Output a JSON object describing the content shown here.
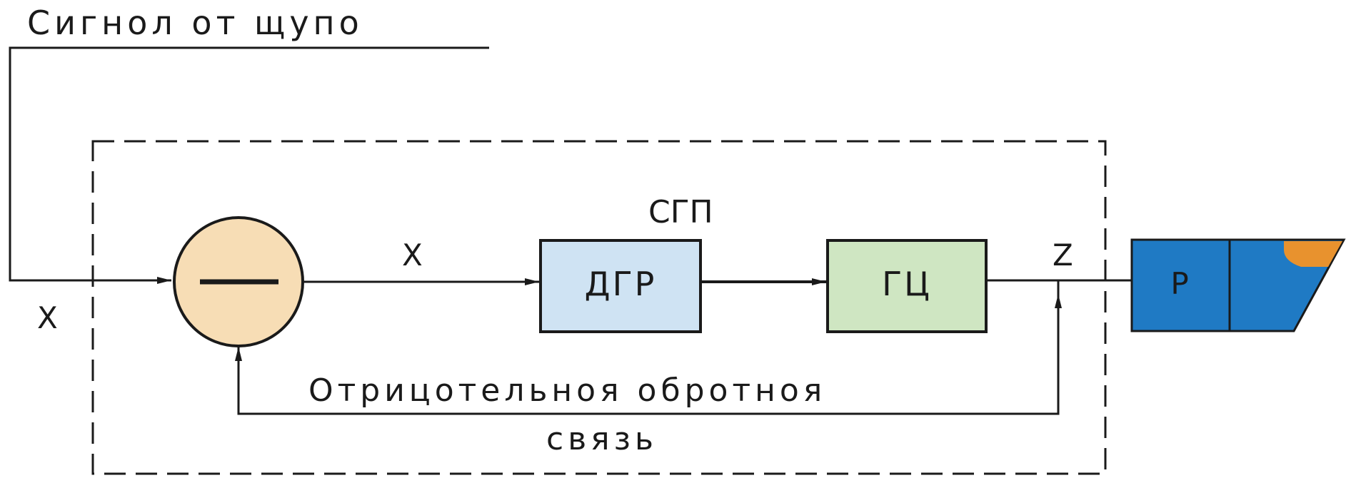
{
  "labels": {
    "probe_signal": "Сигнол от щупо",
    "input_x": "X",
    "error_x": "X",
    "sgp": "СГП",
    "output_z": "Z",
    "feedback_line1": "Отрицотельноя обротноя",
    "feedback_line2": "связь"
  },
  "blocks": {
    "summing_sign": "—",
    "dgr": "ДГР",
    "gc": "ГЦ",
    "tool_p": "Р"
  },
  "colors": {
    "summer_fill": "#f7ddb5",
    "dgr_fill": "#cfe3f3",
    "gc_fill": "#cfe6c2",
    "tool_fill": "#1f7ac4",
    "tool_tip": "#e8922e",
    "line": "#1a1a1a"
  }
}
